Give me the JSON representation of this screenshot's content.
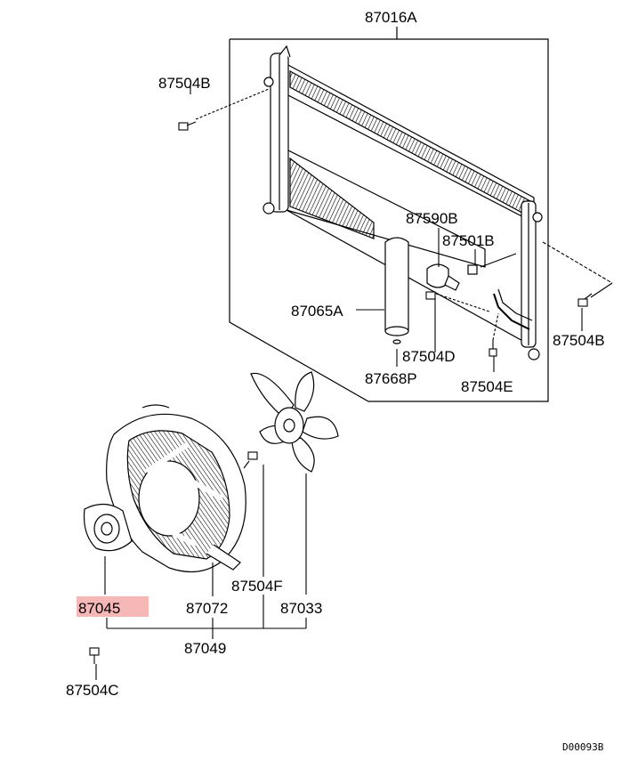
{
  "highlight_color": "#f6b7b7",
  "labels": {
    "p87016A": "87016A",
    "p87504B_top": "87504B",
    "p87590B": "87590B",
    "p87501B": "87501B",
    "p87065A": "87065A",
    "p87504D": "87504D",
    "p87504B_right": "87504B",
    "p87668P": "87668P",
    "p87504E": "87504E",
    "p87504F": "87504F",
    "p87045": "87045",
    "p87072": "87072",
    "p87033": "87033",
    "p87049": "87049",
    "p87504C": "87504C",
    "diagram_code": "D00093B"
  },
  "highlighted_part": "87045"
}
